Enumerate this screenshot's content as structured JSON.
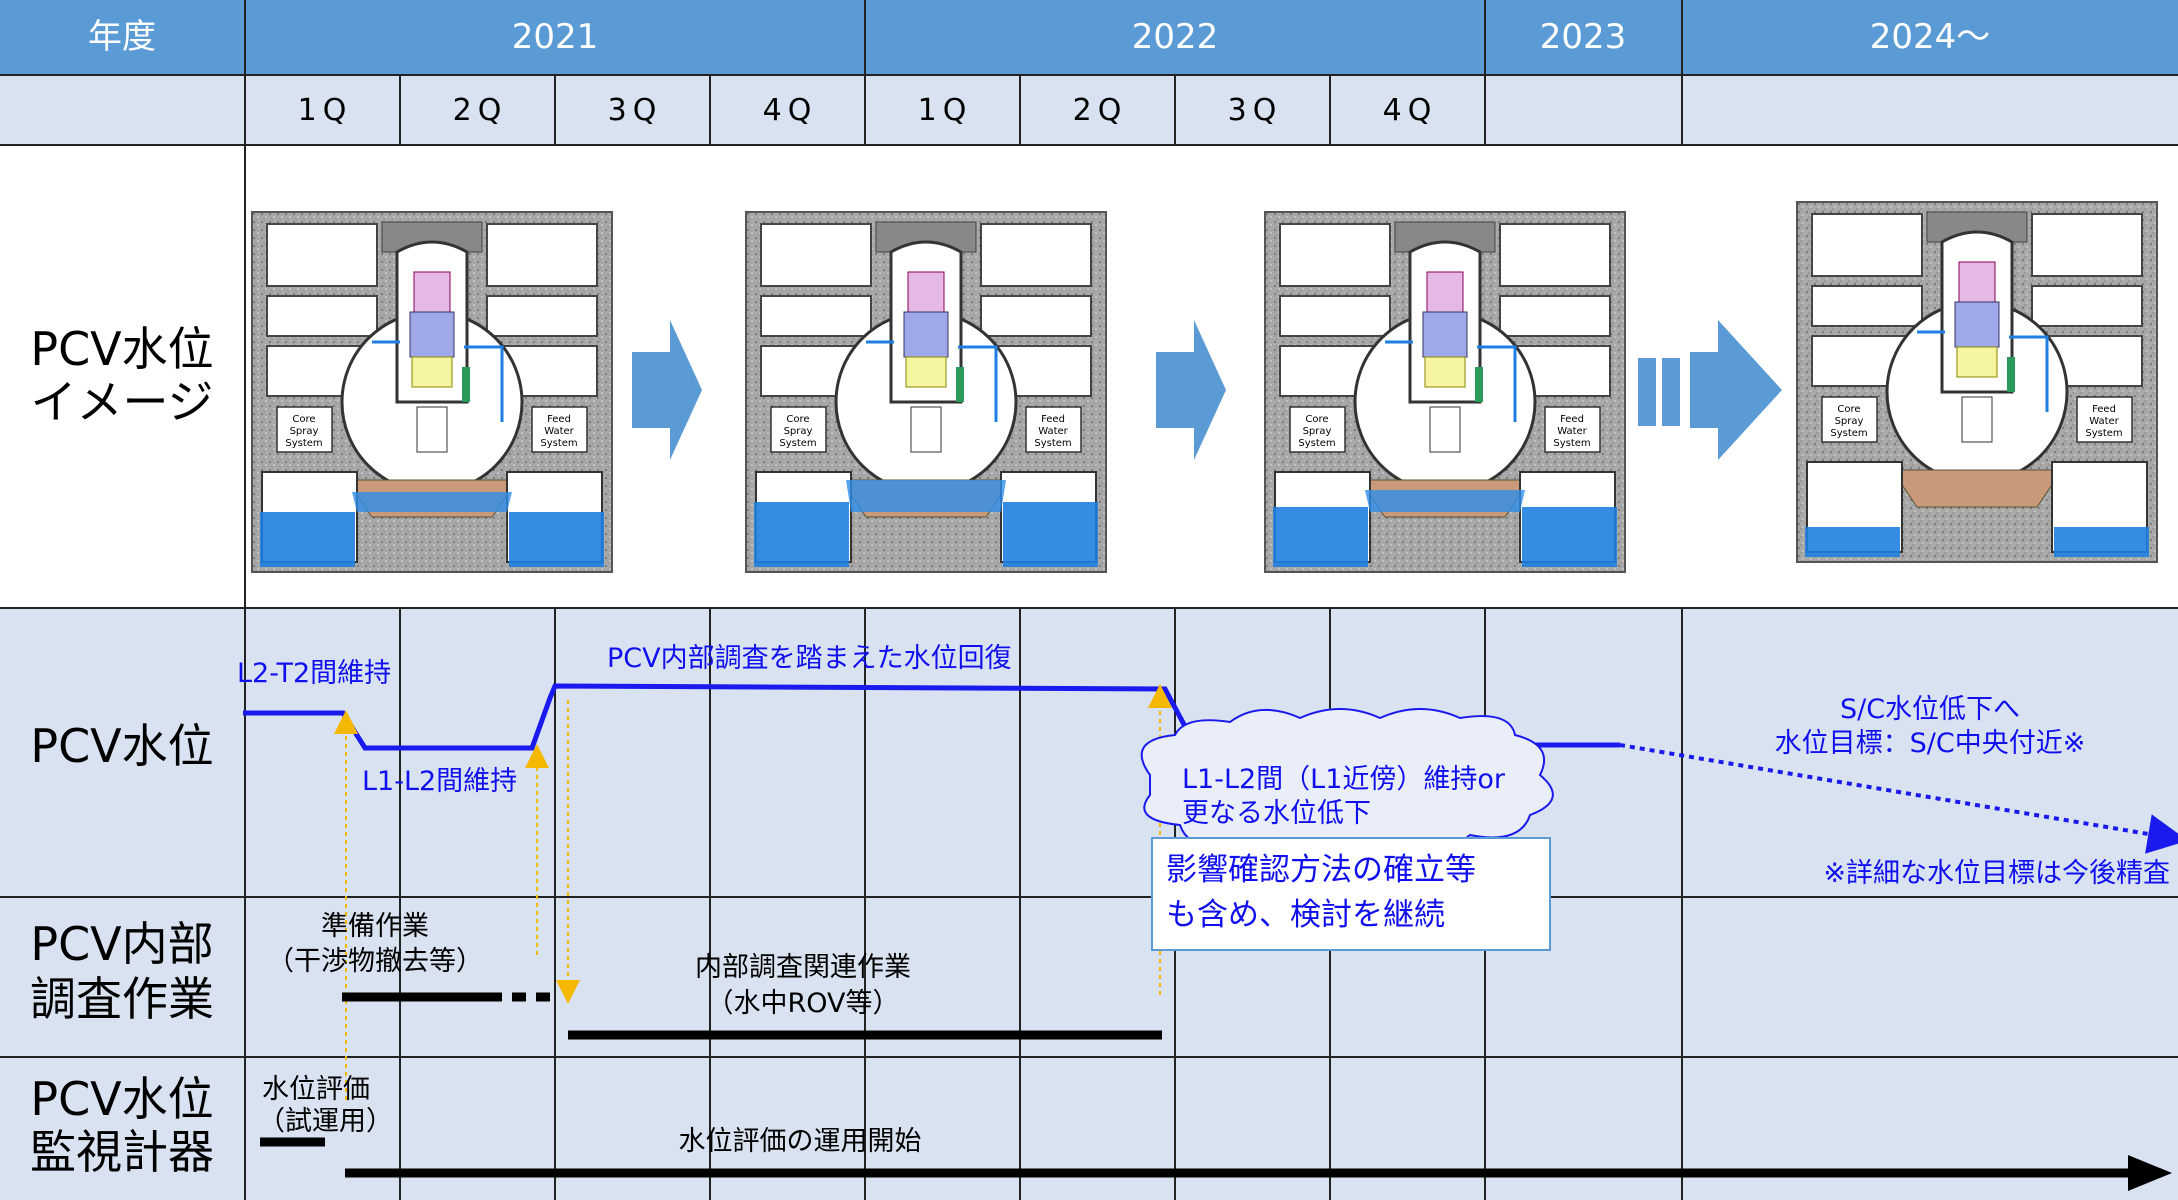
{
  "header": {
    "corner_label": "年度",
    "years": [
      "2021",
      "2022",
      "2023",
      "2024～"
    ],
    "quarters": [
      "1Q",
      "2Q",
      "3Q",
      "4Q",
      "1Q",
      "2Q",
      "3Q",
      "4Q"
    ]
  },
  "rows": {
    "image": [
      "PCV水位",
      "イメージ"
    ],
    "level": [
      "PCV水位"
    ],
    "investigation": [
      "PCV内部",
      "調査作業"
    ],
    "monitor": [
      "PCV水位",
      "監視計器"
    ]
  },
  "plant_labels": {
    "core_spray": [
      "Core",
      "Spray",
      "System"
    ],
    "feed_water": [
      "Feed",
      "Water",
      "System"
    ]
  },
  "level_row": {
    "l2_t2": "L2-T2間維持",
    "l1_l2": "L1-L2間維持",
    "recovery": "PCV内部調査を踏まえた水位回復",
    "cloud": [
      "L1-L2間（L1近傍）維持or",
      "更なる水位低下"
    ],
    "box": [
      "影響確認方法の確立等",
      "も含め、検討を継続"
    ],
    "sc_target": [
      "S/C水位低下へ",
      "水位目標：S/C中央付近※"
    ],
    "note": "※詳細な水位目標は今後精査"
  },
  "investigation_row": {
    "prep": [
      "準備作業",
      "（干渉物撤去等）"
    ],
    "internal": [
      "内部調査関連作業",
      "（水中ROV等）"
    ]
  },
  "monitor_row": {
    "trial": [
      "水位評価",
      "（試運用）"
    ],
    "start": "水位評価の運用開始"
  },
  "colors": {
    "header_bg": "#5b9bd5",
    "grid_bg": "#d9e2f1",
    "line_blue": "#1a1aee",
    "water_blue": "#1f7fe0",
    "arrow_blue": "#5b9bd5"
  }
}
